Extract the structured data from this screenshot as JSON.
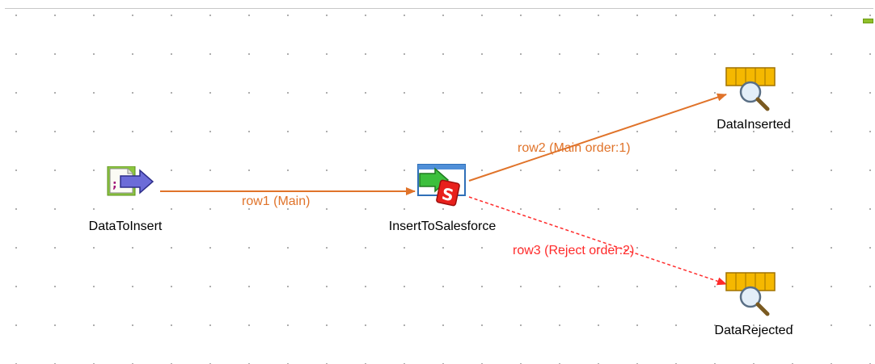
{
  "components": {
    "data_to_insert": {
      "label": "DataToInsert",
      "icon": "file-input-icon"
    },
    "insert_to_salesforce": {
      "label": "InsertToSalesforce",
      "icon": "salesforce-output-icon"
    },
    "data_inserted": {
      "label": "DataInserted",
      "icon": "log-row-icon"
    },
    "data_rejected": {
      "label": "DataRejected",
      "icon": "log-row-icon"
    }
  },
  "links": {
    "row1": {
      "label": "row1 (Main)",
      "type": "main"
    },
    "row2": {
      "label": "row2 (Main order:1)",
      "type": "main"
    },
    "row3": {
      "label": "row3 (Reject order:2)",
      "type": "reject"
    }
  },
  "colors": {
    "main_link": "#e0732a",
    "reject_link": "#ff2a2a"
  }
}
